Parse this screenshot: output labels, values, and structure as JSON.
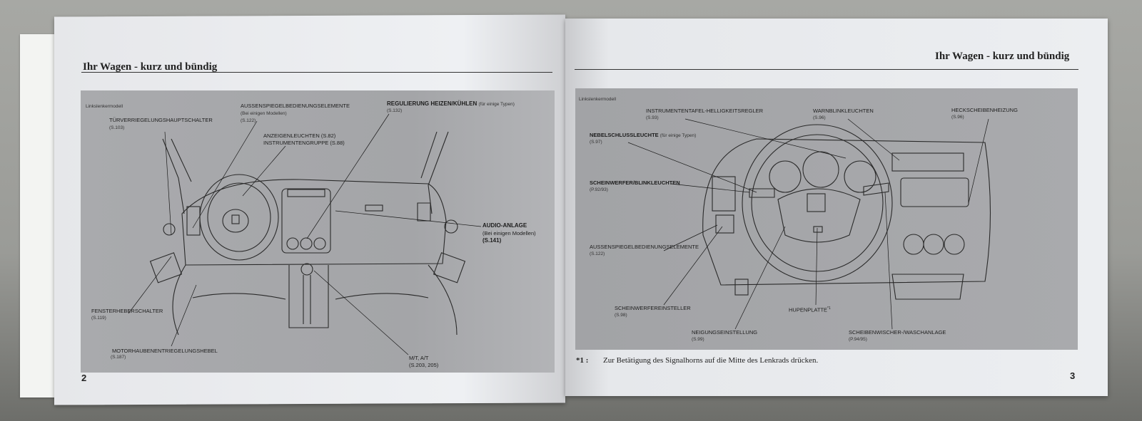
{
  "header_title": "Ihr Wagen - kurz und bündig",
  "left_page": {
    "page_number": "2",
    "model_label": "Linkslenkermodell",
    "callouts": [
      {
        "label": "TÜRVERRIEGELUNGSHAUPTSCHALTER",
        "ref": "(S.103)"
      },
      {
        "label": "AUSSENSPIEGELBEDIENUNGSELEMENTE",
        "note": "(Bei einigen Modellen)",
        "ref": "(S.122)"
      },
      {
        "label": "ANZEIGENLEUCHTEN (S.82)",
        "ref": "INSTRUMENTENGRUPPE (S.88)"
      },
      {
        "label": "REGULIERUNG HEIZEN/KÜHLEN",
        "note": "(für einige Typen)",
        "ref": "(S.132)"
      },
      {
        "label": "AUDIO-ANLAGE",
        "note": "(Bei einigen Modellen)",
        "ref": "(S.141)"
      },
      {
        "label": "FENSTERHEBERSCHALTER",
        "ref": "(S.119)"
      },
      {
        "label": "MOTORHAUBENENTRIEGELUNGSHEBEL",
        "ref": "(S.187)"
      },
      {
        "label": "M/T, A/T",
        "ref": "(S.203, 205)"
      }
    ]
  },
  "right_page": {
    "page_number": "3",
    "model_label": "Linkslenkermodell",
    "callouts": [
      {
        "label": "INSTRUMENTENTAFEL-HELLIGKEITSREGLER",
        "ref": "(S.93)"
      },
      {
        "label": "WARNBLINKLEUCHTEN",
        "ref": "(S.96)"
      },
      {
        "label": "HECKSCHEIBENHEIZUNG",
        "ref": "(S.96)"
      },
      {
        "label": "NEBELSCHLUSSLEUCHTE",
        "note": "(für einige Typen)",
        "ref": "(S.97)"
      },
      {
        "label": "SCHEINWERFER/BLINKLEUCHTEN",
        "ref": "(P.92/93)"
      },
      {
        "label": "AUSSENSPIEGELBEDIENUNGSELEMENTE",
        "ref": "(S.122)"
      },
      {
        "label": "SCHEINWERFEREINSTELLER",
        "ref": "(S.98)"
      },
      {
        "label": "HUPENPLATTE",
        "note": "*1"
      },
      {
        "label": "NEIGUNGSEINSTELLUNG",
        "ref": "(S.99)"
      },
      {
        "label": "SCHEIBENWISCHER-/WASCHANLAGE",
        "ref": "(P.94/95)"
      }
    ],
    "footnote_marker": "*1 :",
    "footnote_text": "Zur Betätigung des Signalhorns auf die Mitte des Lenkrads drücken."
  }
}
